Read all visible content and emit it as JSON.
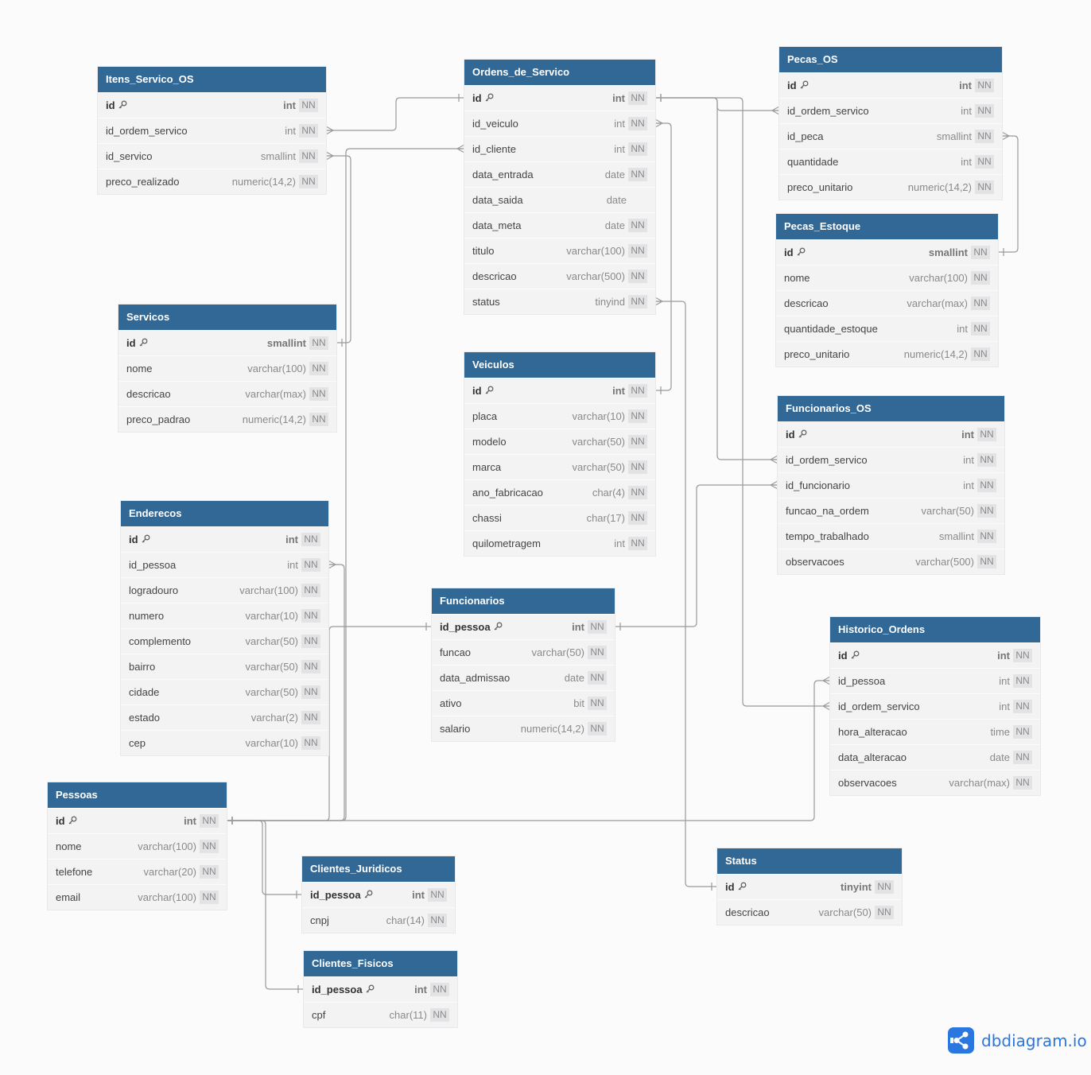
{
  "brand": {
    "name": "dbdiagram.io",
    "logo_icon": "share-nodes-icon",
    "color": "#2a77e0"
  },
  "colors": {
    "header": "#316896",
    "body": "#f3f3f4",
    "line": "#9a9a9a"
  },
  "not_null_label": "NN",
  "tables": [
    {
      "id": "itens_servico_os",
      "name": "Itens_Servico_OS",
      "columns": [
        {
          "name": "id",
          "type": "int",
          "nn": true,
          "pk": true
        },
        {
          "name": "id_ordem_servico",
          "type": "int",
          "nn": true
        },
        {
          "name": "id_servico",
          "type": "smallint",
          "nn": true
        },
        {
          "name": "preco_realizado",
          "type": "numeric(14,2)",
          "nn": true
        }
      ]
    },
    {
      "id": "ordens_de_servico",
      "name": "Ordens_de_Servico",
      "columns": [
        {
          "name": "id",
          "type": "int",
          "nn": true,
          "pk": true
        },
        {
          "name": "id_veiculo",
          "type": "int",
          "nn": true
        },
        {
          "name": "id_cliente",
          "type": "int",
          "nn": true
        },
        {
          "name": "data_entrada",
          "type": "date",
          "nn": true
        },
        {
          "name": "data_saida",
          "type": "date",
          "nn": false
        },
        {
          "name": "data_meta",
          "type": "date",
          "nn": true
        },
        {
          "name": "titulo",
          "type": "varchar(100)",
          "nn": true
        },
        {
          "name": "descricao",
          "type": "varchar(500)",
          "nn": true
        },
        {
          "name": "status",
          "type": "tinyind",
          "nn": true
        }
      ]
    },
    {
      "id": "pecas_os",
      "name": "Pecas_OS",
      "columns": [
        {
          "name": "id",
          "type": "int",
          "nn": true,
          "pk": true
        },
        {
          "name": "id_ordem_servico",
          "type": "int",
          "nn": true
        },
        {
          "name": "id_peca",
          "type": "smallint",
          "nn": true
        },
        {
          "name": "quantidade",
          "type": "int",
          "nn": true
        },
        {
          "name": "preco_unitario",
          "type": "numeric(14,2)",
          "nn": true
        }
      ]
    },
    {
      "id": "pecas_estoque",
      "name": "Pecas_Estoque",
      "columns": [
        {
          "name": "id",
          "type": "smallint",
          "nn": true,
          "pk": true
        },
        {
          "name": "nome",
          "type": "varchar(100)",
          "nn": true
        },
        {
          "name": "descricao",
          "type": "varchar(max)",
          "nn": true
        },
        {
          "name": "quantidade_estoque",
          "type": "int",
          "nn": true
        },
        {
          "name": "preco_unitario",
          "type": "numeric(14,2)",
          "nn": true
        }
      ]
    },
    {
      "id": "servicos",
      "name": "Servicos",
      "columns": [
        {
          "name": "id",
          "type": "smallint",
          "nn": true,
          "pk": true
        },
        {
          "name": "nome",
          "type": "varchar(100)",
          "nn": true
        },
        {
          "name": "descricao",
          "type": "varchar(max)",
          "nn": true
        },
        {
          "name": "preco_padrao",
          "type": "numeric(14,2)",
          "nn": true
        }
      ]
    },
    {
      "id": "veiculos",
      "name": "Veiculos",
      "columns": [
        {
          "name": "id",
          "type": "int",
          "nn": true,
          "pk": true
        },
        {
          "name": "placa",
          "type": "varchar(10)",
          "nn": true
        },
        {
          "name": "modelo",
          "type": "varchar(50)",
          "nn": true
        },
        {
          "name": "marca",
          "type": "varchar(50)",
          "nn": true
        },
        {
          "name": "ano_fabricacao",
          "type": "char(4)",
          "nn": true
        },
        {
          "name": "chassi",
          "type": "char(17)",
          "nn": true
        },
        {
          "name": "quilometragem",
          "type": "int",
          "nn": true
        }
      ]
    },
    {
      "id": "funcionarios_os",
      "name": "Funcionarios_OS",
      "columns": [
        {
          "name": "id",
          "type": "int",
          "nn": true,
          "pk": true
        },
        {
          "name": "id_ordem_servico",
          "type": "int",
          "nn": true
        },
        {
          "name": "id_funcionario",
          "type": "int",
          "nn": true
        },
        {
          "name": "funcao_na_ordem",
          "type": "varchar(50)",
          "nn": true
        },
        {
          "name": "tempo_trabalhado",
          "type": "smallint",
          "nn": true
        },
        {
          "name": "observacoes",
          "type": "varchar(500)",
          "nn": true
        }
      ]
    },
    {
      "id": "enderecos",
      "name": "Enderecos",
      "columns": [
        {
          "name": "id",
          "type": "int",
          "nn": true,
          "pk": true
        },
        {
          "name": "id_pessoa",
          "type": "int",
          "nn": true
        },
        {
          "name": "logradouro",
          "type": "varchar(100)",
          "nn": true
        },
        {
          "name": "numero",
          "type": "varchar(10)",
          "nn": true
        },
        {
          "name": "complemento",
          "type": "varchar(50)",
          "nn": true
        },
        {
          "name": "bairro",
          "type": "varchar(50)",
          "nn": true
        },
        {
          "name": "cidade",
          "type": "varchar(50)",
          "nn": true
        },
        {
          "name": "estado",
          "type": "varchar(2)",
          "nn": true
        },
        {
          "name": "cep",
          "type": "varchar(10)",
          "nn": true
        }
      ]
    },
    {
      "id": "funcionarios",
      "name": "Funcionarios",
      "columns": [
        {
          "name": "id_pessoa",
          "type": "int",
          "nn": true,
          "pk": true
        },
        {
          "name": "funcao",
          "type": "varchar(50)",
          "nn": true
        },
        {
          "name": "data_admissao",
          "type": "date",
          "nn": true
        },
        {
          "name": "ativo",
          "type": "bit",
          "nn": true
        },
        {
          "name": "salario",
          "type": "numeric(14,2)",
          "nn": true
        }
      ]
    },
    {
      "id": "historico_ordens",
      "name": "Historico_Ordens",
      "columns": [
        {
          "name": "id",
          "type": "int",
          "nn": true,
          "pk": true
        },
        {
          "name": "id_pessoa",
          "type": "int",
          "nn": true
        },
        {
          "name": "id_ordem_servico",
          "type": "int",
          "nn": true
        },
        {
          "name": "hora_alteracao",
          "type": "time",
          "nn": true
        },
        {
          "name": "data_alteracao",
          "type": "date",
          "nn": true
        },
        {
          "name": "observacoes",
          "type": "varchar(max)",
          "nn": true
        }
      ]
    },
    {
      "id": "pessoas",
      "name": "Pessoas",
      "columns": [
        {
          "name": "id",
          "type": "int",
          "nn": true,
          "pk": true
        },
        {
          "name": "nome",
          "type": "varchar(100)",
          "nn": true
        },
        {
          "name": "telefone",
          "type": "varchar(20)",
          "nn": true
        },
        {
          "name": "email",
          "type": "varchar(100)",
          "nn": true
        }
      ]
    },
    {
      "id": "clientes_juridicos",
      "name": "Clientes_Juridicos",
      "columns": [
        {
          "name": "id_pessoa",
          "type": "int",
          "nn": true,
          "pk": true
        },
        {
          "name": "cnpj",
          "type": "char(14)",
          "nn": true
        }
      ]
    },
    {
      "id": "status",
      "name": "Status",
      "columns": [
        {
          "name": "id",
          "type": "tinyint",
          "nn": true,
          "pk": true
        },
        {
          "name": "descricao",
          "type": "varchar(50)",
          "nn": true
        }
      ]
    },
    {
      "id": "clientes_fisicos",
      "name": "Clientes_Fisicos",
      "columns": [
        {
          "name": "id_pessoa",
          "type": "int",
          "nn": true,
          "pk": true
        },
        {
          "name": "cpf",
          "type": "char(11)",
          "nn": true
        }
      ]
    }
  ],
  "relationships": [
    {
      "from": "itens_servico_os.id_ordem_servico",
      "to": "ordens_de_servico.id",
      "cardinality": "many-to-one"
    },
    {
      "from": "itens_servico_os.id_servico",
      "to": "servicos.id",
      "cardinality": "many-to-one"
    },
    {
      "from": "ordens_de_servico.id_veiculo",
      "to": "veiculos.id",
      "cardinality": "many-to-one"
    },
    {
      "from": "ordens_de_servico.id_cliente",
      "to": "pessoas.id",
      "cardinality": "many-to-one"
    },
    {
      "from": "ordens_de_servico.status",
      "to": "status.id",
      "cardinality": "many-to-one"
    },
    {
      "from": "pecas_os.id_ordem_servico",
      "to": "ordens_de_servico.id",
      "cardinality": "many-to-one"
    },
    {
      "from": "pecas_os.id_peca",
      "to": "pecas_estoque.id",
      "cardinality": "many-to-one"
    },
    {
      "from": "funcionarios_os.id_ordem_servico",
      "to": "ordens_de_servico.id",
      "cardinality": "many-to-one"
    },
    {
      "from": "funcionarios_os.id_funcionario",
      "to": "funcionarios.id_pessoa",
      "cardinality": "many-to-one"
    },
    {
      "from": "historico_ordens.id_ordem_servico",
      "to": "ordens_de_servico.id",
      "cardinality": "many-to-one"
    },
    {
      "from": "historico_ordens.id_pessoa",
      "to": "pessoas.id",
      "cardinality": "many-to-one"
    },
    {
      "from": "enderecos.id_pessoa",
      "to": "pessoas.id",
      "cardinality": "many-to-one"
    },
    {
      "from": "funcionarios.id_pessoa",
      "to": "pessoas.id",
      "cardinality": "one-to-one"
    },
    {
      "from": "clientes_juridicos.id_pessoa",
      "to": "pessoas.id",
      "cardinality": "one-to-one"
    },
    {
      "from": "clientes_fisicos.id_pessoa",
      "to": "pessoas.id",
      "cardinality": "one-to-one"
    }
  ]
}
